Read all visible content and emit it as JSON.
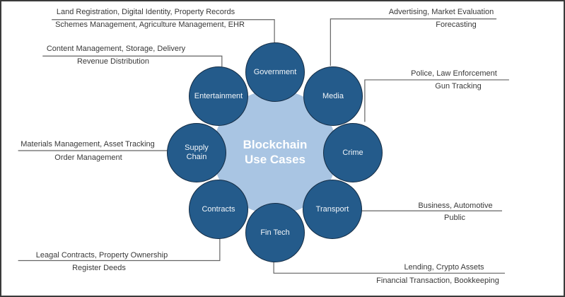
{
  "title": {
    "line1": "Blockchain",
    "line2": "Use Cases"
  },
  "nodes": {
    "government": "Government",
    "media": "Media",
    "crime": "Crime",
    "transport": "Transport",
    "fintech": "Fin Tech",
    "contracts": "Contracts",
    "supplychain": "Supply Chain",
    "entertainment": "Entertainment"
  },
  "annotations": {
    "government": {
      "line1": "Land Registration, Digital Identity, Property Records",
      "line2": "Schemes Management, Agriculture Management, EHR"
    },
    "entertainment": {
      "line1": "Content Management, Storage, Delivery",
      "line2": "Revenue Distribution"
    },
    "media": {
      "line1": "Advertising, Market Evaluation",
      "line2": "Forecasting"
    },
    "crime": {
      "line1": "Police, Law Enforcement",
      "line2": "Gun Tracking"
    },
    "supplychain": {
      "line1": "Materials Management, Asset Tracking",
      "line2": "Order Management"
    },
    "contracts": {
      "line1": "Leagal Contracts, Property Ownership",
      "line2": "Register Deeds"
    },
    "transport": {
      "line1": "Business, Automotive",
      "line2": "Public"
    },
    "fintech": {
      "line1": "Lending, Crypto Assets",
      "line2": "Financial Transaction, Bookkeeping"
    }
  },
  "colors": {
    "node_fill": "#245b8b",
    "node_border": "#142c44",
    "center_fill": "#a9c5e3",
    "connector": "#646464",
    "annotation_text": "#383838",
    "node_label_text": "#ffffff",
    "frame_border": "#3a3a3a"
  }
}
